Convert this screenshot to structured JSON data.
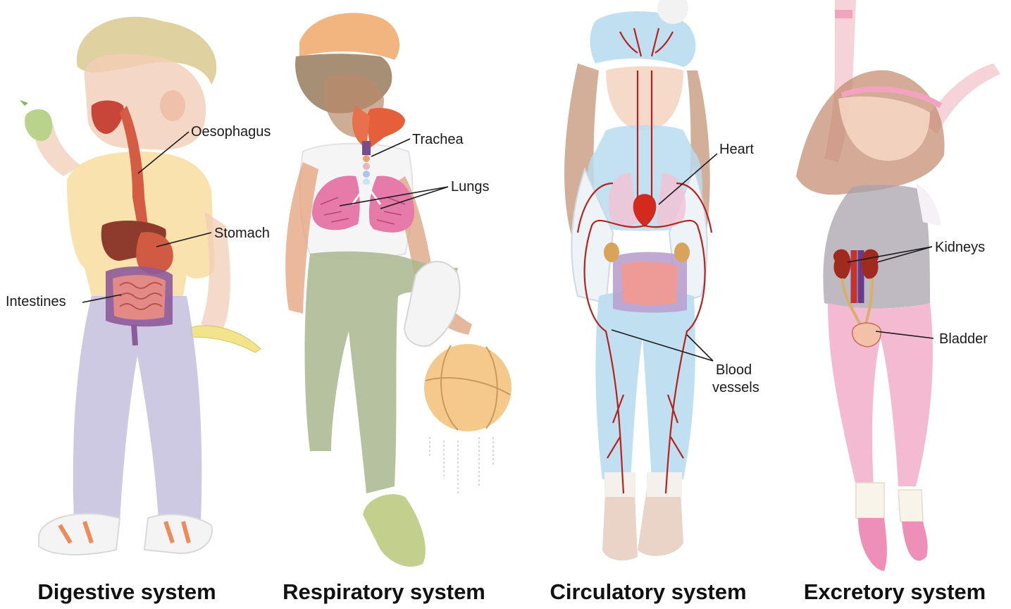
{
  "panels": [
    {
      "title": "Digestive system",
      "labels": {
        "oesophagus": "Oesophagus",
        "stomach": "Stomach",
        "intestines": "Intestines"
      }
    },
    {
      "title": "Respiratory system",
      "labels": {
        "trachea": "Trachea",
        "lungs": "Lungs"
      }
    },
    {
      "title": "Circulatory system",
      "labels": {
        "heart": "Heart",
        "blood_vessels_1": "Blood",
        "blood_vessels_2": "vessels"
      }
    },
    {
      "title": "Excretory system",
      "labels": {
        "kidneys": "Kidneys",
        "bladder": "Bladder"
      }
    }
  ],
  "colors": {
    "organ_red": "#c8453a",
    "organ_pink": "#e67aa8",
    "vessel_red": "#b8221c",
    "leader_line": "#1a1a1a",
    "shirt_yellow": "#f9dfa5",
    "pants_lavender": "#c9c3df",
    "pants_green": "#a9b78e",
    "outfit_blue": "#b9dcef",
    "leggings_pink": "#f3b6d0"
  }
}
